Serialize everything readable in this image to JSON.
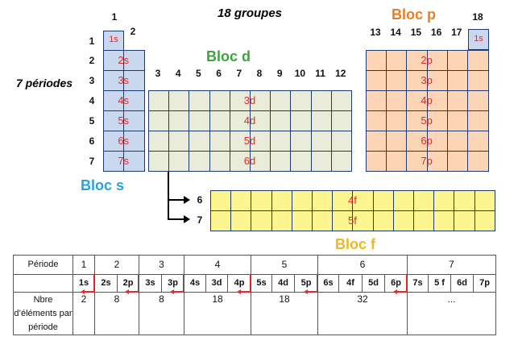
{
  "title": "18 groupes",
  "periods_label": "7 périodes",
  "blocks": {
    "s": {
      "label": "Bloc s",
      "color": "#29a3e0",
      "orbitals": [
        "1s",
        "2s",
        "3s",
        "4s",
        "5s",
        "6s",
        "7s"
      ],
      "groups": [
        "1",
        "2"
      ]
    },
    "d": {
      "label": "Bloc d",
      "color": "#3aa63a",
      "orbitals": [
        "3d",
        "4d",
        "5d",
        "6d"
      ],
      "groups": [
        "3",
        "4",
        "5",
        "6",
        "7",
        "8",
        "9",
        "10",
        "11",
        "12"
      ]
    },
    "p": {
      "label": "Bloc p",
      "color": "#ee7d22",
      "orbitals": [
        "2p",
        "3p",
        "4p",
        "5p",
        "6p",
        "7p"
      ],
      "groups": [
        "13",
        "14",
        "15",
        "16",
        "17"
      ],
      "he_group": "18",
      "he_orbital": "1s"
    },
    "f": {
      "label": "Bloc f",
      "color": "#f0b81c",
      "orbitals": [
        "4f",
        "5f"
      ],
      "rows": [
        "6",
        "7"
      ]
    }
  },
  "period_numbers": [
    "1",
    "2",
    "3",
    "4",
    "5",
    "6",
    "7"
  ],
  "table": {
    "header_label": "Période",
    "count_label": "Nbre d’éléments par période",
    "periods": [
      {
        "period": "1",
        "subshells": [
          "1s"
        ],
        "count": "2"
      },
      {
        "period": "2",
        "subshells": [
          "2s",
          "2p"
        ],
        "count": "8"
      },
      {
        "period": "3",
        "subshells": [
          "3s",
          "3p"
        ],
        "count": "8"
      },
      {
        "period": "4",
        "subshells": [
          "4s",
          "3d",
          "4p"
        ],
        "count": "18"
      },
      {
        "period": "5",
        "subshells": [
          "5s",
          "4d",
          "5p"
        ],
        "count": "18"
      },
      {
        "period": "6",
        "subshells": [
          "6s",
          "4f",
          "5d",
          "6p"
        ],
        "count": "32"
      },
      {
        "period": "7",
        "subshells": [
          "7s",
          "5 f",
          "6d",
          "7p"
        ],
        "count": "..."
      }
    ]
  }
}
